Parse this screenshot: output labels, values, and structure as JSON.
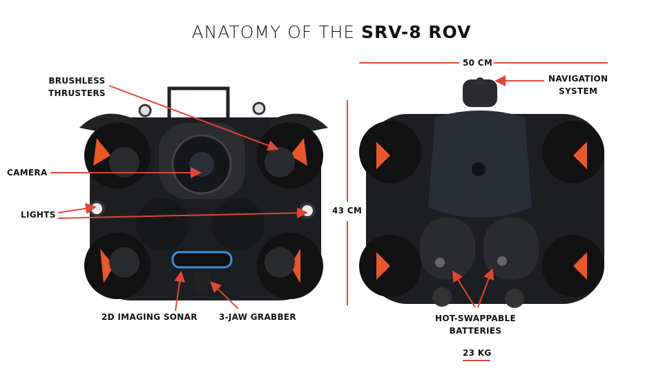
{
  "title": {
    "prefix": "ANATOMY OF THE",
    "model": "SRV-8 ROV"
  },
  "colors": {
    "accent": "#e0473a",
    "body": "#1b1c1f",
    "propeller": "#e8582a"
  },
  "labels": {
    "brushless_thrusters": [
      "BRUSHLESS",
      "THRUSTERS"
    ],
    "camera": "CAMERA",
    "lights": "LIGHTS",
    "sonar": "2D IMAGING SONAR",
    "grabber": "3-JAW GRABBER",
    "height": "43 CM",
    "width": "50 CM",
    "navigation": [
      "NAVIGATION",
      "SYSTEM"
    ],
    "batteries": [
      "HOT-SWAPPABLE",
      "BATTERIES"
    ],
    "weight": "23 KG"
  }
}
